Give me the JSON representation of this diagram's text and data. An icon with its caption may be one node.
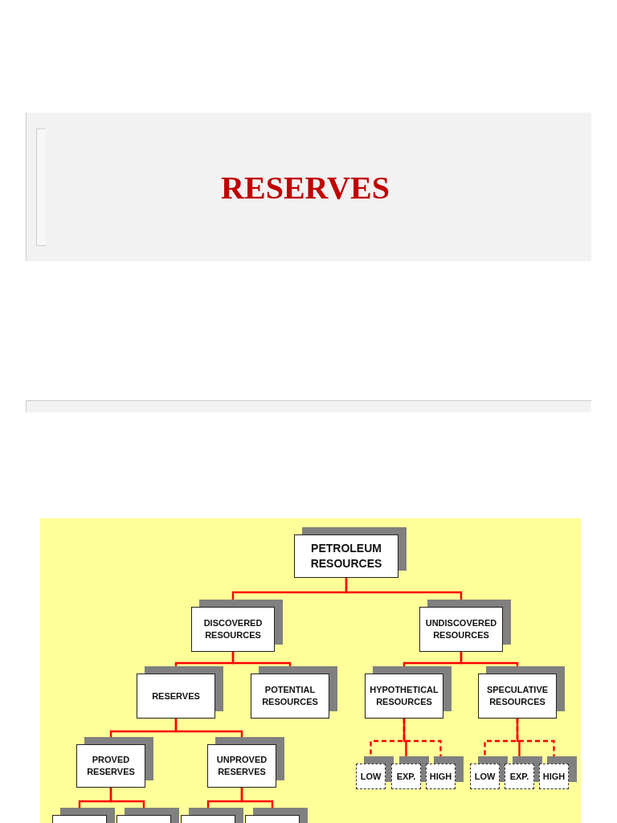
{
  "diagram": {
    "title": "RESERVES",
    "nodes": [
      {
        "text": [
          "PETROLEUM RESOURCES"
        ]
      },
      {
        "text": [
          "DISCOVERED RESOURCES"
        ]
      },
      {
        "text": [
          "UNDISCOVERED RESOURCES"
        ]
      },
      {
        "text": [
          "RESERVES"
        ]
      },
      {
        "text": [
          "POTENTIAL RESOURCES"
        ]
      },
      {
        "text": [
          "HYPOTHETICAL RESOURCES"
        ]
      },
      {
        "text": [
          "SPECULATIVE RESOURCES"
        ]
      },
      {
        "text": [
          "PROVED RESERVES"
        ]
      },
      {
        "text": [
          "UNPROVED RESERVES"
        ]
      },
      {
        "text": [
          "LOW"
        ]
      },
      {
        "text": [
          "EXP."
        ]
      },
      {
        "text": [
          "HIGH"
        ]
      },
      {
        "text": [
          "LOW"
        ]
      },
      {
        "text": [
          "EXP."
        ]
      },
      {
        "text": [
          "HIGH"
        ]
      },
      {
        "text": [],
        "shape": "box"
      },
      {
        "text": [],
        "shape": "box"
      },
      {
        "text": [],
        "shape": "box"
      },
      {
        "text": [],
        "shape": "box"
      }
    ],
    "edges": [
      {
        "from": 0,
        "to": 1,
        "arrow": "none"
      },
      {
        "from": 0,
        "to": 2,
        "arrow": "none"
      },
      {
        "from": 1,
        "to": 3,
        "arrow": "none"
      },
      {
        "from": 1,
        "to": 4,
        "arrow": "none"
      },
      {
        "from": 2,
        "to": 5,
        "arrow": "none"
      },
      {
        "from": 2,
        "to": 6,
        "arrow": "none"
      },
      {
        "from": 3,
        "to": 7,
        "arrow": "none"
      },
      {
        "from": 3,
        "to": 8,
        "arrow": "none"
      },
      {
        "from": 5,
        "to": 9,
        "arrow": "none",
        "style": "dashed"
      },
      {
        "from": 5,
        "to": 10,
        "arrow": "none"
      },
      {
        "from": 5,
        "to": 11,
        "arrow": "none",
        "style": "dashed"
      },
      {
        "from": 6,
        "to": 12,
        "arrow": "none",
        "style": "dashed"
      },
      {
        "from": 6,
        "to": 13,
        "arrow": "none"
      },
      {
        "from": 6,
        "to": 14,
        "arrow": "none",
        "style": "dashed"
      },
      {
        "from": 7,
        "to": 15,
        "arrow": "none"
      },
      {
        "from": 7,
        "to": 16,
        "arrow": "none"
      },
      {
        "from": 8,
        "to": 17,
        "arrow": "none"
      },
      {
        "from": 8,
        "to": 18,
        "arrow": "none"
      }
    ]
  }
}
